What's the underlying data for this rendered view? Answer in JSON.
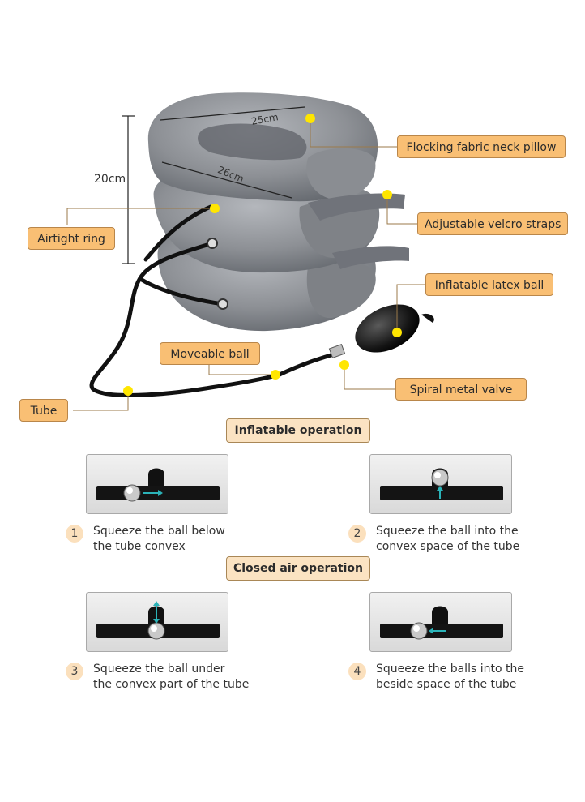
{
  "dimensions": {
    "top_width": "25cm",
    "inner_width": "26cm",
    "height": "20cm"
  },
  "callouts": {
    "neck_pillow": "Flocking fabric neck pillow",
    "velcro": "Adjustable velcro straps",
    "airtight": "Airtight ring",
    "latex_ball": "Inflatable latex ball",
    "moveable_ball": "Moveable ball",
    "spiral_valve": "Spiral metal valve",
    "tube": "Tube"
  },
  "sections": {
    "inflatable": "Inflatable operation",
    "closed": "Closed air operation"
  },
  "steps": [
    {
      "num": "1",
      "line1": "Squeeze the ball below",
      "line2": "the tube convex"
    },
    {
      "num": "2",
      "line1": "Squeeze the ball into the",
      "line2": "convex space of the tube"
    },
    {
      "num": "3",
      "line1": "Squeeze the ball under",
      "line2": "the convex part of the tube"
    },
    {
      "num": "4",
      "line1": "Squeeze the balls into the",
      "line2": "beside space of the tube"
    }
  ],
  "colors": {
    "callout_fill": "#f9bf74",
    "section_fill": "#fbe3c2",
    "marker_yellow": "#ffe600",
    "arrow_teal": "#2bb3b8",
    "pillow_gray": "#8f9297"
  }
}
